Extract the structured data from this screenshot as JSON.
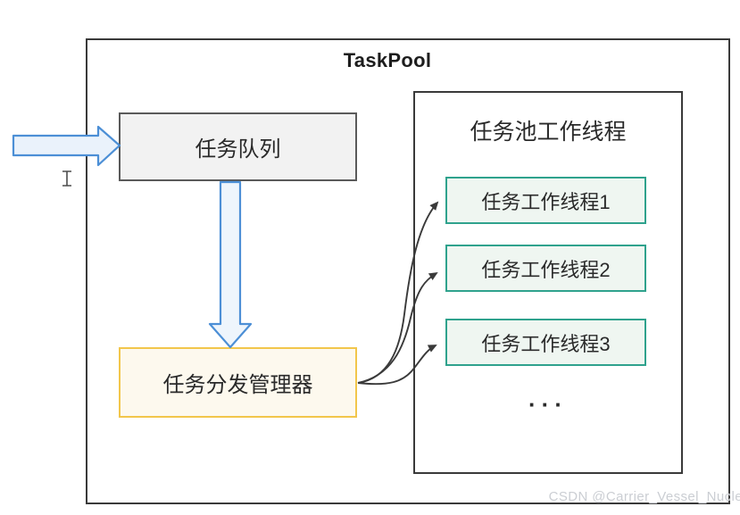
{
  "diagram": {
    "title": "TaskPool",
    "nodes": {
      "task_queue": "任务队列",
      "dispatch_manager": "任务分发管理器"
    },
    "worker_pool": {
      "title": "任务池工作线程",
      "threads": [
        "任务工作线程1",
        "任务工作线程2",
        "任务工作线程3"
      ],
      "more_indicator": "···"
    },
    "icons": {
      "incoming_arrow": "right-arrow",
      "queue_to_manager_arrow": "down-arrow",
      "dispatch_connectors": "curved-arrow",
      "cursor": "text-ibeam-cursor"
    },
    "colors": {
      "arrow_blue_stroke": "#4c8fd6",
      "arrow_blue_fill": "#eaf2fb",
      "queue_fill": "#f2f2f2",
      "queue_border": "#5a5a5a",
      "manager_fill": "#fdf9ee",
      "manager_border": "#f2c64b",
      "thread_fill": "#eff6f1",
      "thread_border": "#2fa28d",
      "frame_border": "#3a3a3a",
      "connector_stroke": "#3a3a3a",
      "watermark_text": "#cbced3"
    }
  },
  "watermark": "CSDN @Carrier_Vessel_Nucle"
}
